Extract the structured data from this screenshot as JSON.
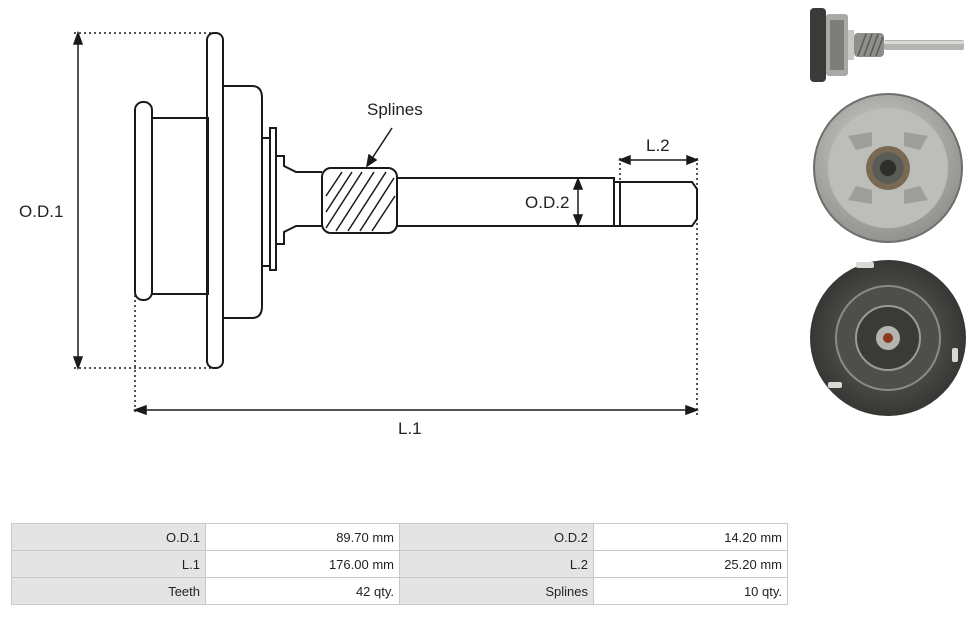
{
  "drawing": {
    "labels": {
      "od1": "O.D.1",
      "od2": "O.D.2",
      "l1": "L.1",
      "l2": "L.2",
      "splines": "Splines"
    }
  },
  "photos": [
    {
      "name": "side-view-photo"
    },
    {
      "name": "front-view-photo"
    },
    {
      "name": "rear-view-photo"
    }
  ],
  "specs": {
    "rows": [
      {
        "label_a": "O.D.1",
        "value_a": "89.70 mm",
        "label_b": "O.D.2",
        "value_b": "14.20 mm"
      },
      {
        "label_a": "L.1",
        "value_a": "176.00 mm",
        "label_b": "L.2",
        "value_b": "25.20 mm"
      },
      {
        "label_a": "Teeth",
        "value_a": "42 qty.",
        "label_b": "Splines",
        "value_b": "10 qty."
      }
    ]
  },
  "colors": {
    "line": "#1a1a1a",
    "table_label_bg": "#e4e4e4",
    "table_border": "#c9c9c9",
    "metal_light": "#b9b9b7",
    "metal_dark": "#3a3a38"
  }
}
